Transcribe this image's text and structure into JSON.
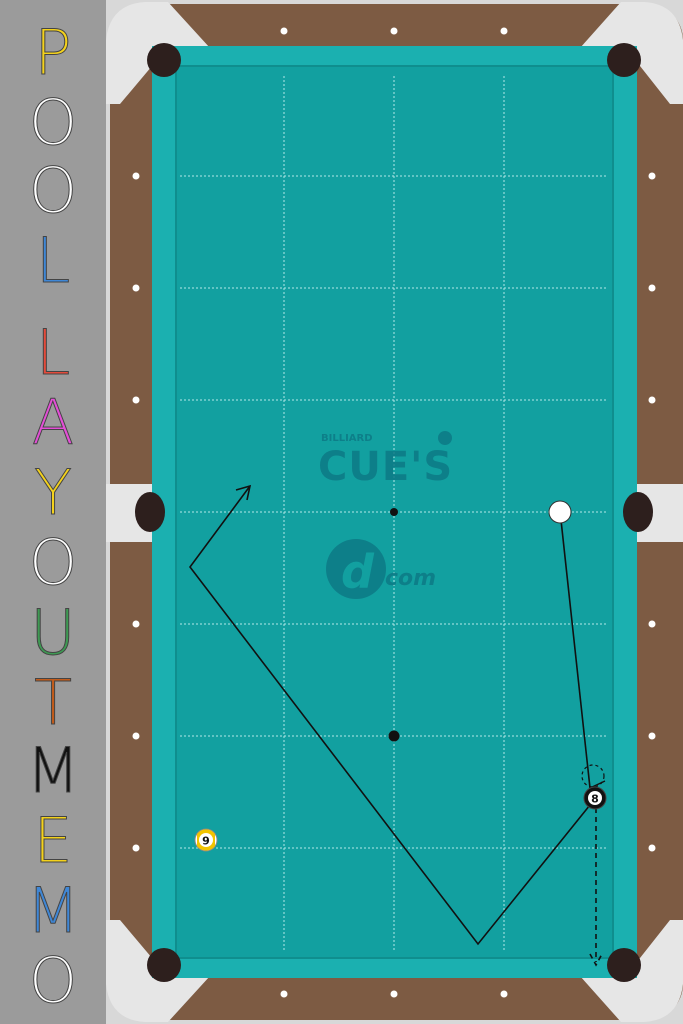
{
  "title": {
    "text": "POOL LAYOUT MEMO",
    "letters": [
      {
        "char": "P",
        "color": "#f4d21c"
      },
      {
        "char": "O",
        "color": "#ffffff"
      },
      {
        "char": "O",
        "color": "#ffffff"
      },
      {
        "char": "L",
        "color": "#3f87d6"
      },
      {
        "char": "L",
        "color": "#e44b3b"
      },
      {
        "char": "A",
        "color": "#e34fd6"
      },
      {
        "char": "Y",
        "color": "#f4d21c"
      },
      {
        "char": "O",
        "color": "#ffffff"
      },
      {
        "char": "U",
        "color": "#3e9a53"
      },
      {
        "char": "T",
        "color": "#c25b1a"
      },
      {
        "char": "M",
        "color": "#111111"
      },
      {
        "char": "E",
        "color": "#f4d21c"
      },
      {
        "char": "M",
        "color": "#3f87d6"
      },
      {
        "char": "O",
        "color": "#ffffff"
      }
    ]
  },
  "logo": {
    "small_text": "BILLIARD",
    "main_text": "CUE'S",
    "sub_text": "com"
  },
  "balls": {
    "eight": {
      "label": "8"
    },
    "nine": {
      "label": "9"
    }
  },
  "colors": {
    "cloth": "#12a0a0",
    "cushion": "#1bb0b0",
    "rail_wood": "#7d5b43",
    "pocket": "#2d1f1d",
    "corner_plate": "#e6e6e6",
    "logo": "#0d7a85"
  }
}
